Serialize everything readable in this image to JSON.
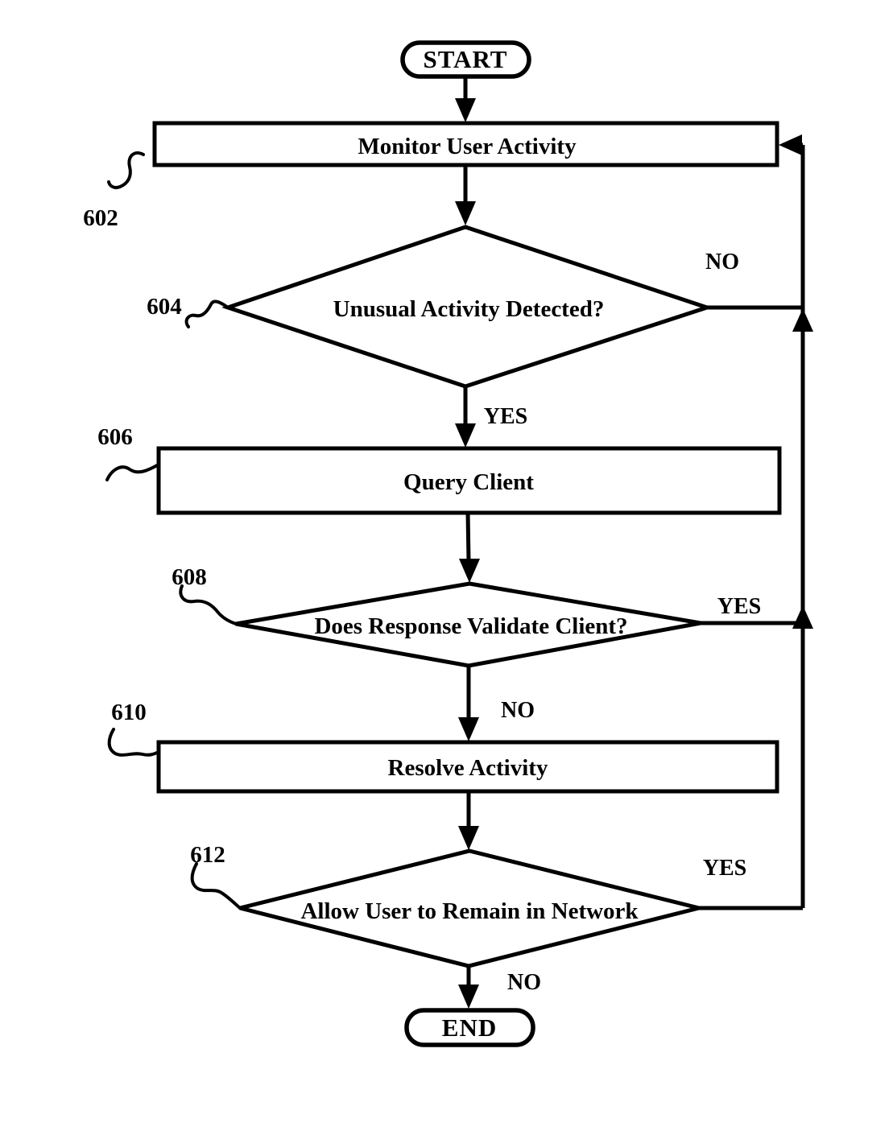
{
  "figure": {
    "colors": {
      "ink": "#000000",
      "background": "#ffffff"
    },
    "nodes": {
      "start": {
        "type": "terminator",
        "label": "START"
      },
      "monitor": {
        "type": "process",
        "label": "Monitor User Activity",
        "ref": "602"
      },
      "detect": {
        "type": "decision",
        "label": "Unusual Activity Detected?",
        "ref": "604"
      },
      "query": {
        "type": "process",
        "label": "Query Client",
        "ref": "606"
      },
      "validate": {
        "type": "decision",
        "label": "Does Response Validate Client?",
        "ref": "608"
      },
      "resolve": {
        "type": "process",
        "label": "Resolve Activity",
        "ref": "610"
      },
      "allow": {
        "type": "decision",
        "label": "Allow User to Remain in Network",
        "ref": "612"
      },
      "end": {
        "type": "terminator",
        "label": "END"
      }
    },
    "branch_labels": {
      "detect_no": "NO",
      "detect_yes": "YES",
      "validate_yes": "YES",
      "validate_no": "NO",
      "allow_yes": "YES",
      "allow_no": "NO"
    }
  }
}
